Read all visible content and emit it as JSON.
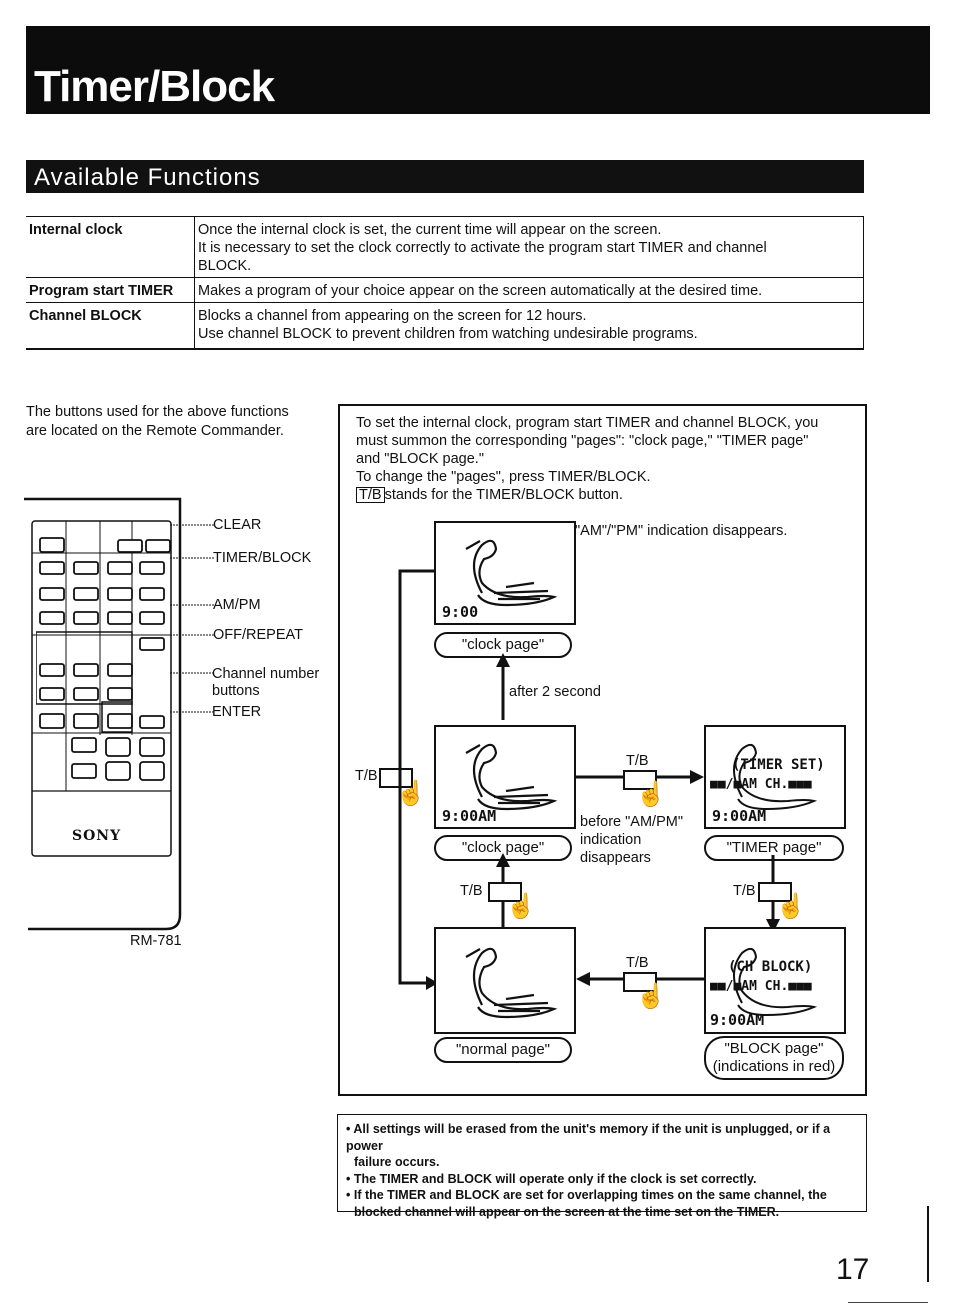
{
  "header": {
    "title": "Timer/Block",
    "section_title": "Available Functions"
  },
  "functions": [
    {
      "name": "Internal clock",
      "lines": [
        "Once the internal clock is set, the current time will appear on the screen.",
        "It is necessary to set the clock correctly to activate the program start TIMER and channel",
        "BLOCK."
      ]
    },
    {
      "name": "Program start TIMER",
      "lines": [
        "Makes a program of your choice appear on the screen automatically at the desired time."
      ]
    },
    {
      "name": "Channel BLOCK",
      "lines": [
        "Blocks a channel from appearing on the screen for 12 hours.",
        "Use channel BLOCK to prevent children from watching undesirable programs."
      ]
    }
  ],
  "remote": {
    "intro_line1": "The buttons used for the above functions",
    "intro_line2": "are located on the Remote Commander.",
    "labels": {
      "clear": "CLEAR",
      "timer_block": "TIMER/BLOCK",
      "am_pm": "AM/PM",
      "off_repeat": "OFF/REPEAT",
      "channel_number_1": "Channel number",
      "channel_number_2": "buttons",
      "enter": "ENTER"
    },
    "brand": "SONY",
    "model": "RM-781"
  },
  "diagram": {
    "intro_line1": "To set the internal clock, program start TIMER and channel BLOCK, you",
    "intro_line2": "must summon the corresponding \"pages\": \"clock page,\" \"TIMER page\"",
    "intro_line3": "and \"BLOCK page.\"",
    "intro_line4": "To change the \"pages\", press TIMER/BLOCK.",
    "tb_key": "T/B",
    "intro_line5": "stands for the TIMER/BLOCK button.",
    "ampm_note": "\"AM\"/\"PM\" indication disappears.",
    "after_seconds": "after 2 second",
    "tb": "T/B",
    "before_note_1": "before \"AM/PM\"",
    "before_note_2": "indication",
    "before_note_3": "disappears",
    "screens": {
      "clock1": {
        "time": "9:00",
        "caption": "\"clock page\""
      },
      "clock2": {
        "time": "9:00AM",
        "caption": "\"clock page\""
      },
      "timer": {
        "line1": "(TIMER SET)",
        "line2": "■■/■AM CH.■■■",
        "time": "9:00AM",
        "caption": "\"TIMER page\""
      },
      "normal": {
        "caption": "\"normal page\""
      },
      "block": {
        "line1": "(CH BLOCK)",
        "line2": "■■/■AM CH.■■■",
        "time": "9:00AM",
        "caption_1": "\"BLOCK page\"",
        "caption_2": "(indications in red)"
      }
    }
  },
  "notes": [
    "• All settings will be erased from the unit's memory if the unit is unplugged, or if a power",
    "failure occurs.",
    "• The TIMER and BLOCK will operate only if the clock is set correctly.",
    "• If the TIMER and BLOCK are set for overlapping times on the same channel, the",
    "blocked channel will appear on the screen at the time set on the TIMER."
  ],
  "page_number": "17"
}
